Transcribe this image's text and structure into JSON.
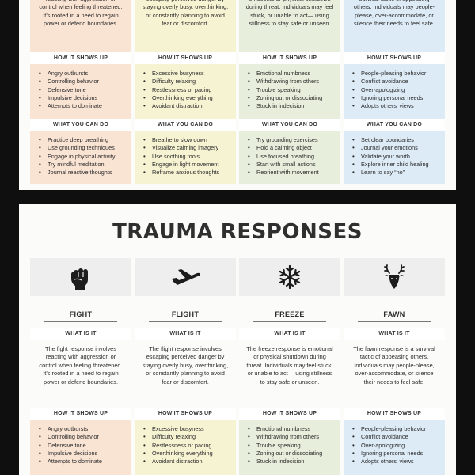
{
  "title": "TRAUMA RESPONSES",
  "headings": {
    "what": "WHAT IS IT",
    "shows": "HOW IT SHOWS UP",
    "do": "WHAT YOU CAN DO"
  },
  "colors": {
    "fight": "#f9e3d3",
    "flight": "#f6f3d2",
    "freeze": "#e7eedb",
    "fawn": "#dcebf6",
    "icon_bg": "#eeeeef"
  },
  "columns": [
    {
      "name": "FIGHT",
      "icon": "raised-fist-icon",
      "desc_top": "reacting with aggression or control when feeling threatened. It's rooted in a need to regain power or defend boundaries.",
      "desc": "The fight response involves reacting with aggression or control when feeling threatened. It's rooted in a need to regain power or defend boundaries.",
      "shows": [
        "Angry outbursts",
        "Controlling behavior",
        "Defensive tone",
        "Impulsive decisions",
        "Attempts to dominate"
      ],
      "do": [
        "Practice deep breathing",
        "Use grounding techniques",
        "Engage in physical activity",
        "Try mindful meditation",
        "Journal reactive thoughts"
      ]
    },
    {
      "name": "FLIGHT",
      "icon": "airplane-icon",
      "desc_top": "escaping perceived danger by staying overly busy, overthinking, or constantly planning to avoid fear or discomfort.",
      "desc": "The flight response involves escaping perceived danger by staying overly busy, overthinking, or constantly planning to avoid fear or discomfort.",
      "shows": [
        "Excessive busyness",
        "Difficulty relaxing",
        "Restlessness or pacing",
        "Overthinking everything",
        "Avoidant distraction"
      ],
      "do": [
        "Breathe to slow down",
        "Visualize calming imagery",
        "Use soothing tools",
        "Engage in light movement",
        "Reframe anxious thoughts"
      ]
    },
    {
      "name": "FREEZE",
      "icon": "snowflake-icon",
      "desc_top": "emotional or physical shutdown during threat. Individuals may feel stuck, or unable to act— using stillness to stay safe or unseen.",
      "desc": "The freeze response is emotional or physical shutdown during threat. Individuals may feel stuck, or unable to act— using stillness to stay safe or unseen.",
      "shows": [
        "Emotional numbness",
        "Withdrawing from others",
        "Trouble speaking",
        "Zoning out or dissociating",
        "Stuck in indecision"
      ],
      "do": [
        "Try grounding exercises",
        "Hold a calming object",
        "Use focused breathing",
        "Start with small actions",
        "Reorient with movement"
      ]
    },
    {
      "name": "FAWN",
      "icon": "deer-head-icon",
      "desc_top": "survival tactic of appeasing others. Individuals may people-please, over-accommodate, or silence their needs to feel safe.",
      "desc": "The fawn response is a survival tactic of appeasing others. Individuals may people-please, over-accommodate, or silence their needs to feel safe.",
      "shows": [
        "People-pleasing behavior",
        "Conflict avoidance",
        "Over-apologizing",
        "Ignoring personal needs",
        "Adopts others' views"
      ],
      "do": [
        "Set clear boundaries",
        "Journal your emotions",
        "Validate your worth",
        "Explore inner child healing",
        "Learn to say “no”"
      ]
    }
  ]
}
